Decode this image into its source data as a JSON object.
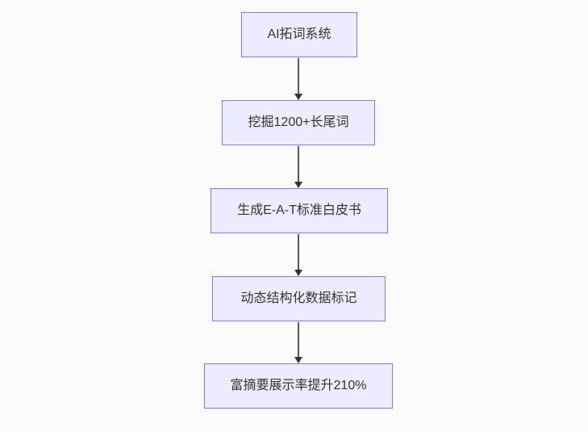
{
  "theme": {
    "page_bg": "#fafafa",
    "node_fill": "#ECECFF",
    "node_border": "#9370DB",
    "node_text": "#333333",
    "edge_color": "#555555",
    "arrowhead_color": "#333333"
  },
  "flowchart": {
    "type": "flowchart-top-down",
    "nodes": [
      {
        "label": "AI拓词系统"
      },
      {
        "label": "挖掘1200+长尾词"
      },
      {
        "label": "生成E-A-T标准白皮书"
      },
      {
        "label": "动态结构化数据标记"
      },
      {
        "label": "富摘要展示率提升210%"
      }
    ],
    "edges": [
      {
        "from": 0,
        "to": 1
      },
      {
        "from": 1,
        "to": 2
      },
      {
        "from": 2,
        "to": 3
      },
      {
        "from": 3,
        "to": 4
      }
    ]
  }
}
